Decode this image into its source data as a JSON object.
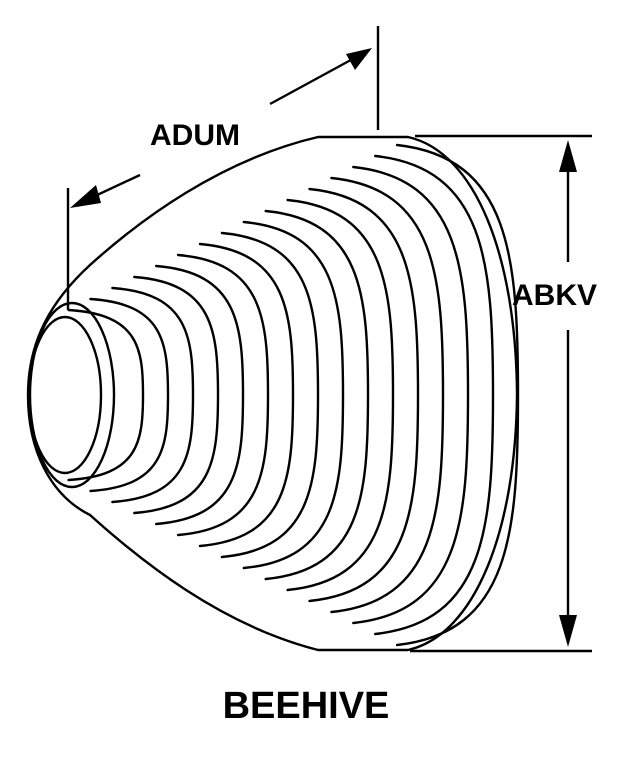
{
  "diagram": {
    "title": "BEEHIVE",
    "dimensions": {
      "length_label": "ADUM",
      "height_label": "ABKV"
    },
    "colors": {
      "stroke": "#000000",
      "background": "#ffffff"
    }
  }
}
